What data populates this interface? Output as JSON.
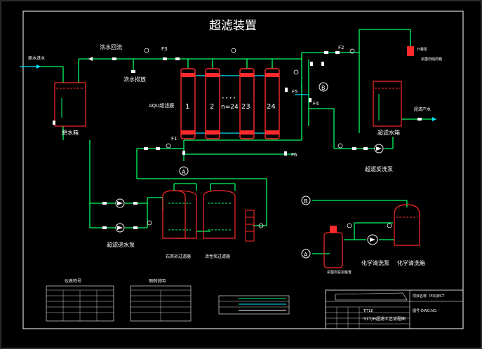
{
  "title": "超滤装置",
  "labels": {
    "raw_water_in": "原水进水",
    "concentrate_return": "浓水回流",
    "concentrate_drain": "浓水排放",
    "raw_water_tank": "原水箱",
    "module_model": "AQU超滤膜",
    "module_1": "1",
    "module_2": "2",
    "module_n": "n=24",
    "module_23": "23",
    "module_24": "24",
    "module_dots": "• • • •",
    "ultrafiltrate_tank": "超滤水箱",
    "ultrafiltrate_out": "超滤产水",
    "backwash_pump": "超滤反洗泵",
    "feed_pump": "超滤进水泵",
    "sand_filter": "石英砂过滤器",
    "carbon_filter": "活性炭过滤器",
    "chem_clean_pump": "化学清洗泵",
    "chem_clean_tank": "化学清洗箱",
    "dosing_device": "杀菌剂投加装置",
    "dosing_pump": "计量泵",
    "dosing_tank": "杀菌剂储药箱",
    "f1": "F1",
    "f2": "F2",
    "f3": "F3",
    "f4": "F4",
    "f5": "F5",
    "f6": "F6",
    "conn_a": "A",
    "conn_b": "B"
  },
  "legend_symbols": {
    "title": "仪表符号"
  },
  "legend_lines": {
    "title": "图例说明"
  },
  "title_block": {
    "project_label": "项目名称",
    "project_value": "PROJECT",
    "title_label": "TITLE",
    "title_value": "51T/H超滤工艺流程图",
    "drawing_label": "图号",
    "drawing_value": "DWG.NO."
  },
  "colors": {
    "pipe": "#00ff66",
    "pipe_cyan": "#00e5ff",
    "equipment": "#ff2a2a",
    "text": "#ffffff",
    "frame": "#ffffff",
    "background": "#000000"
  }
}
